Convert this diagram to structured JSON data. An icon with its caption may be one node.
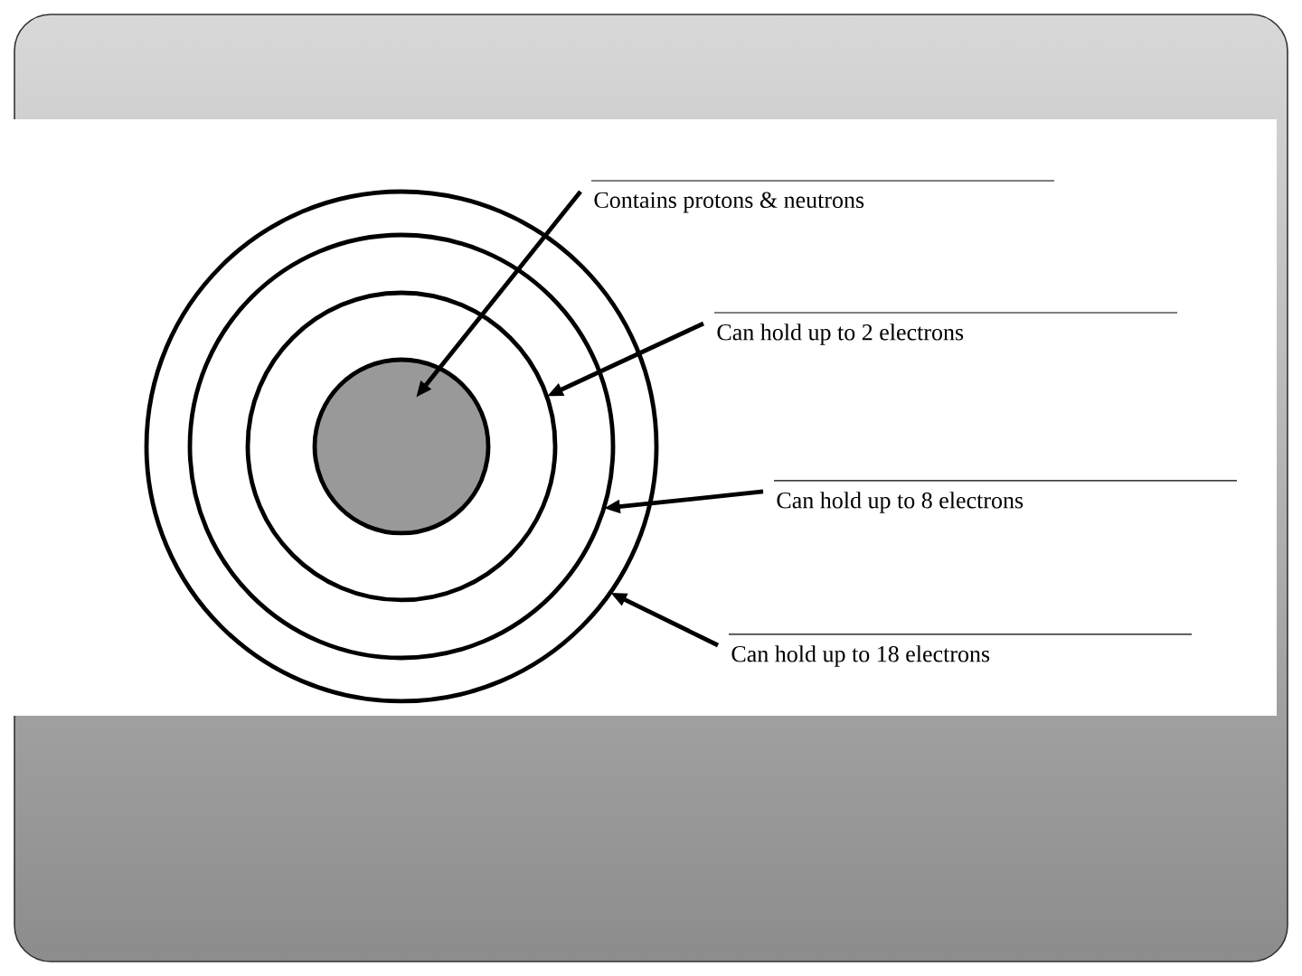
{
  "diagram": {
    "nodes": [
      {
        "text": [],
        "shape": "circle"
      },
      {
        "text": [],
        "shape": "circle",
        "in": 0
      },
      {
        "text": [],
        "shape": "circle",
        "in": 1
      },
      {
        "text": [],
        "shape": "circle",
        "in": 2
      },
      {
        "text": [
          "Contains protons & neutrons"
        ]
      },
      {
        "text": [
          "Can hold up to 2 electrons"
        ]
      },
      {
        "text": [
          "Can hold up to 8 electrons"
        ]
      },
      {
        "text": [
          "Can hold up to 18 electrons"
        ]
      }
    ],
    "edges": [
      {
        "from": 4,
        "to": 3,
        "arrow": "to"
      },
      {
        "from": 5,
        "to": 2,
        "arrow": "to"
      },
      {
        "from": 6,
        "to": 1,
        "arrow": "to"
      },
      {
        "from": 7,
        "to": 0,
        "arrow": "to"
      }
    ]
  }
}
